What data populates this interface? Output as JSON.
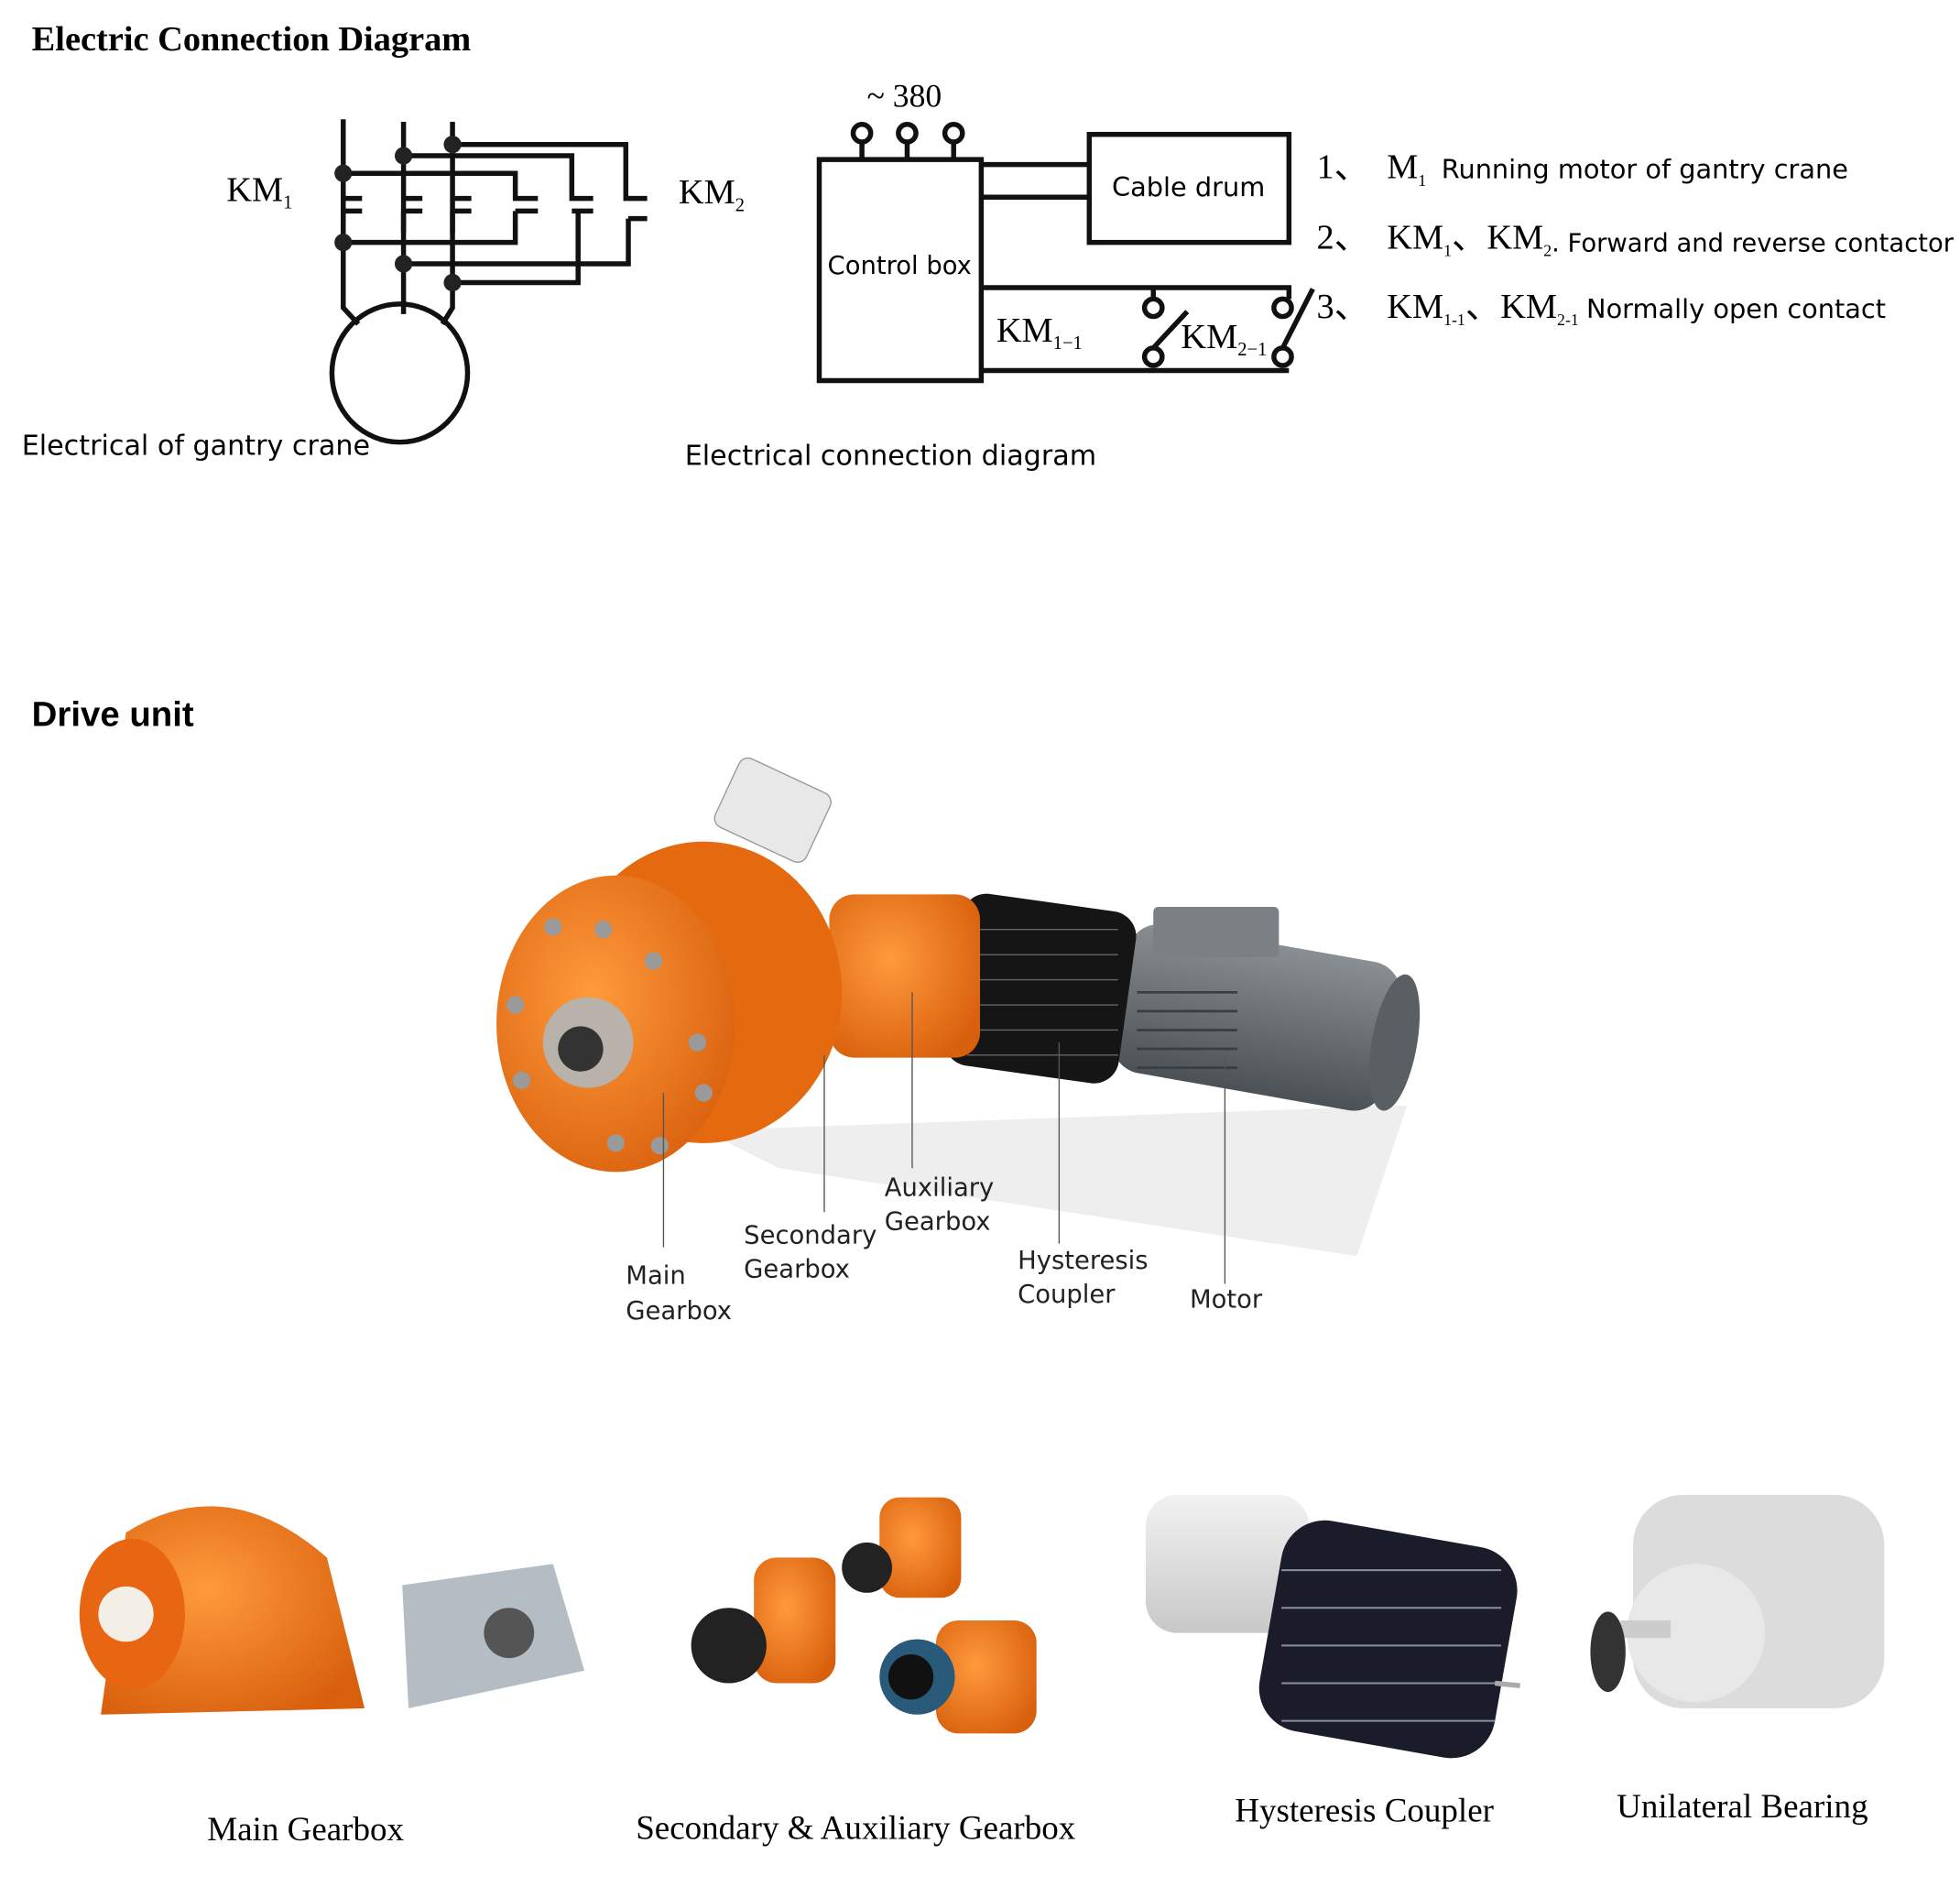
{
  "section1": {
    "title": "Electric Connection Diagram",
    "left_diagram": {
      "km1": "KM",
      "km1_sub": "1",
      "km2": "KM",
      "km2_sub": "2",
      "caption": "Electrical of gantry crane"
    },
    "right_diagram": {
      "voltage": "~ 380",
      "control_box": "Control box",
      "cable_drum": "Cable drum",
      "km11": "KM",
      "km11_sub": "1−1",
      "km21": "KM",
      "km21_sub": "2−1",
      "caption": "Electrical connection diagram"
    },
    "legend": [
      {
        "num": "1、",
        "sym": "M",
        "sub": "1",
        "text": "Running motor of gantry crane"
      },
      {
        "num": "2、",
        "sym": "KM",
        "sub": "1",
        "sep": "、",
        "sym2": "KM",
        "sub2": "2",
        "text": ". Forward and reverse contactor"
      },
      {
        "num": "3、",
        "sym": "KM",
        "sub": "1-1",
        "sep": "、",
        "sym2": "KM",
        "sub2": "2-1",
        "text": "Normally open contact"
      }
    ]
  },
  "section2": {
    "title": "Drive unit",
    "labels": {
      "main": [
        "Main",
        "Gearbox"
      ],
      "secondary": [
        "Secondary",
        "Gearbox"
      ],
      "auxiliary": [
        "Auxiliary",
        "Gearbox"
      ],
      "hysteresis": [
        "Hysteresis",
        "Coupler"
      ],
      "motor": [
        "Motor"
      ]
    }
  },
  "products": [
    {
      "caption": "Main Gearbox"
    },
    {
      "caption": "Secondary & Auxiliary Gearbox"
    },
    {
      "caption": "Hysteresis Coupler"
    },
    {
      "caption": "Unilateral Bearing"
    }
  ],
  "colors": {
    "orange": "#f07a1e",
    "grey": "#6b7075",
    "black": "#111111"
  }
}
